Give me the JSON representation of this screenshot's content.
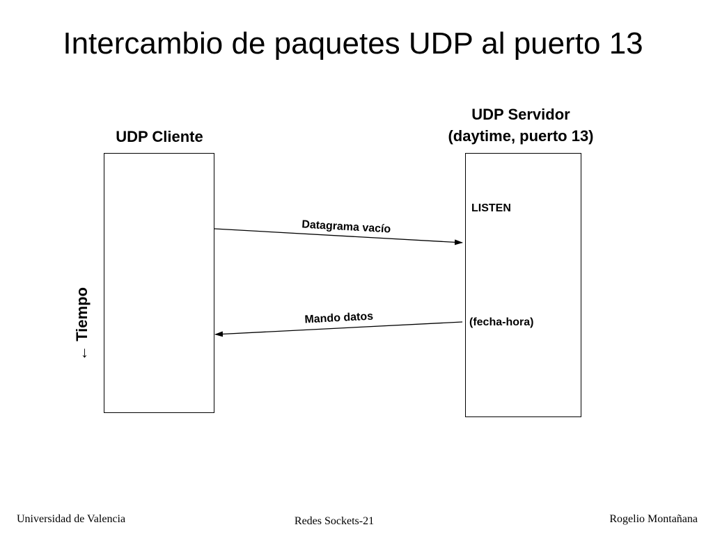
{
  "slide": {
    "title": "Intercambio de paquetes UDP al puerto 13"
  },
  "diagram": {
    "client": {
      "label": "UDP Cliente"
    },
    "server": {
      "label_line1": "UDP Servidor",
      "label_line2": "(daytime, puerto 13)"
    },
    "states": {
      "listen": "LISTEN",
      "datetime": "(fecha-hora)"
    },
    "messages": [
      {
        "label": "Datagrama vacío",
        "direction": "client-to-server"
      },
      {
        "label": "Mando datos",
        "direction": "server-to-client"
      }
    ],
    "time_axis": {
      "label": "← Tiempo"
    }
  },
  "footer": {
    "left": "Universidad de Valencia",
    "center": "Redes Sockets-21",
    "right": "Rogelio Montañana"
  }
}
